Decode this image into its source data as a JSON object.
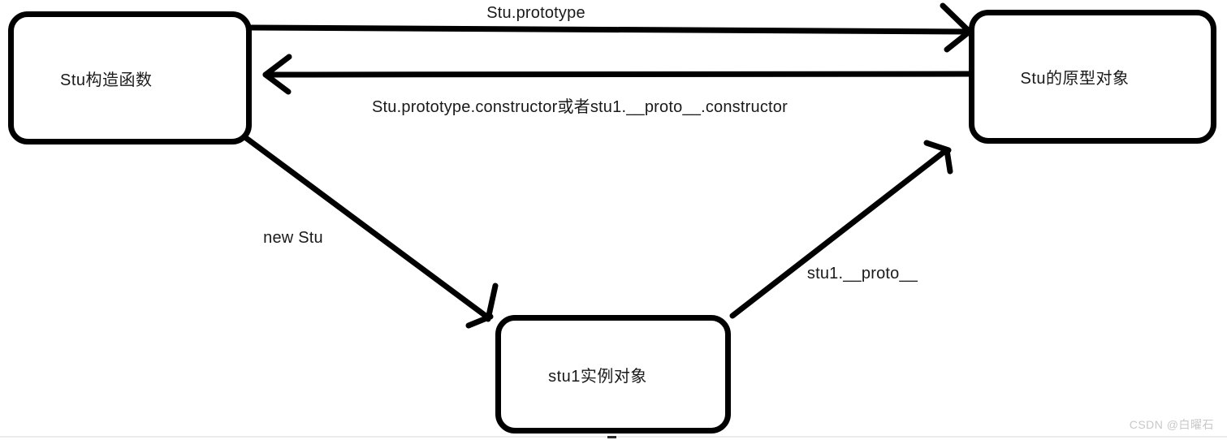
{
  "diagram": {
    "colors": {
      "stroke": "#000000",
      "background": "#ffffff",
      "text": "#1a1a1a"
    },
    "nodes": [
      {
        "id": "stu-constructor",
        "label": "Stu构造函数"
      },
      {
        "id": "stu-prototype-object",
        "label": "Stu的原型对象"
      },
      {
        "id": "stu1-instance",
        "label": "stu1实例对象"
      }
    ],
    "edges": [
      {
        "from": "stu-constructor",
        "to": "stu-prototype-object",
        "label": "Stu.prototype"
      },
      {
        "from": "stu-prototype-object",
        "to": "stu-constructor",
        "label": "Stu.prototype.constructor或者stu1.__proto__.constructor"
      },
      {
        "from": "stu-constructor",
        "to": "stu1-instance",
        "label": "new Stu"
      },
      {
        "from": "stu1-instance",
        "to": "stu-prototype-object",
        "label": "stu1.__proto__"
      }
    ]
  },
  "watermark": {
    "text": "CSDN @白曜石",
    "color": "#c8c8c8"
  },
  "footer_rule_color": "#ebebeb"
}
